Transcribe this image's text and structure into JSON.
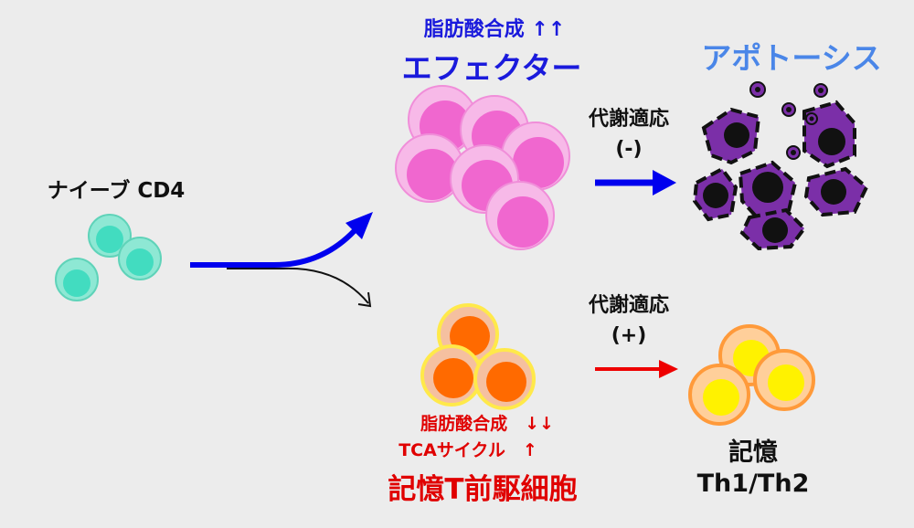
{
  "labels": {
    "naive": "ナイーブ CD4",
    "effector_fa": "脂肪酸合成 ↑↑",
    "effector": "エフェクター",
    "apoptosis": "アポトーシス",
    "metabolic_top": "代謝適応",
    "metabolic_top_sign": "(-)",
    "metabolic_bottom": "代謝適応",
    "metabolic_bottom_sign": "(+)",
    "memory_fa": "脂肪酸合成　↓↓",
    "memory_tca": "TCAサイクル　↑",
    "memory_precursor": "記憶T前駆細胞",
    "memory": "記憶",
    "th": "Th1/Th2"
  },
  "colors": {
    "background": "#ececec",
    "blue_text": "#1a1adc",
    "apoptosis_text": "#4a86e8",
    "red_text": "#e00000",
    "blue_arrow": "#0000ee",
    "red_arrow": "#ee0000",
    "naive_cell": "#3fd9b8",
    "effector_cell": "#f06ad0",
    "precursor_cell": "#ff6a00",
    "memory_cell": "#fff200",
    "apoptotic_cell": "#7b2fa8"
  }
}
